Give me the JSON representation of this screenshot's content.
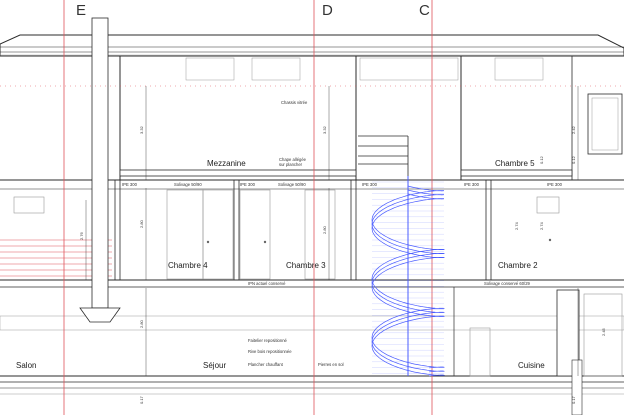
{
  "axes": {
    "e": "E",
    "d": "D",
    "c": "C"
  },
  "rooms": {
    "mezzanine": "Mezzanine",
    "chambre5": "Chambre 5",
    "chambre4": "Chambre 4",
    "chambre3": "Chambre 3",
    "chambre2": "Chambre 2",
    "salon": "Salon",
    "sejour": "Séjour",
    "cuisine": "Cuisine"
  },
  "notes": {
    "chassis": "Chassis vitrée",
    "chape_line1": "Chape allégée",
    "chape_line2": "sur plancher",
    "ipe300_a": "IPE 300",
    "ipe300_b": "IPE 300",
    "ipe300_c": "IPE 300",
    "ipe300_d": "IPE 300",
    "ipe300_e": "IPE 300",
    "solivage_a": "Solivage 50/90",
    "solivage_b": "Solivage 50/90",
    "ipn_actuel": "IPN actuel conservé",
    "solivage_conserve": "Solivage conservé 60/29",
    "faitelier": "Faitelier repositionné",
    "rive_bois": "Rive bois repositionnée",
    "plancher_chauffant": "Plancher chauffant",
    "pierres": "Pierres en sol"
  },
  "dimensions": {
    "d1": "3.32",
    "d2": "3.32",
    "d3": "2.42",
    "d4": "2.76",
    "d5": "2.80",
    "d6": "2.80",
    "d7": "2.74",
    "d8": "2.74",
    "d9": "2.80",
    "d10": "2.45",
    "d11": "0.17",
    "d12": "0.17",
    "d13": "0.12",
    "d14": "0.12"
  }
}
